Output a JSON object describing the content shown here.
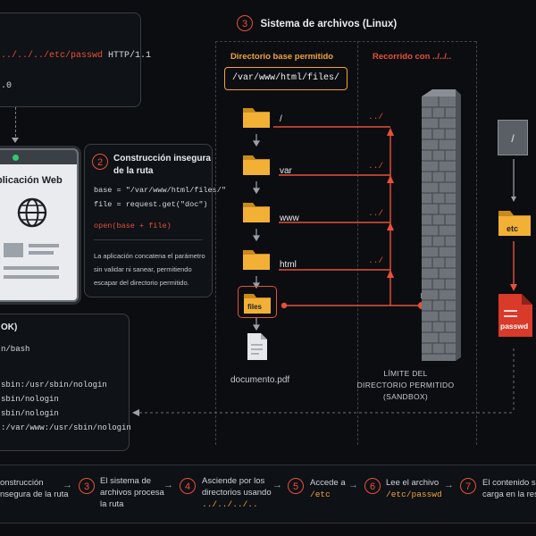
{
  "request_panel": {
    "line1_prefix": "../../../etc/passwd",
    "line1_suffix": "HTTP/1.1",
    "line2": ".0"
  },
  "webapp": {
    "title": "plicación Web"
  },
  "construction": {
    "number": "2",
    "title_line1": "Construcción insegura",
    "title_line2": "de la ruta",
    "code1": "base = \"/var/www/html/files/\"",
    "code2": "file = request.get(\"doc\")",
    "code3": "open(base + file)",
    "desc_line1": "La aplicación concatena el parámetro",
    "desc_line2": "sin validar ni sanear, permitiendo",
    "desc_line3": "escapar del directorio permitido."
  },
  "filesystem": {
    "number": "3",
    "title": "Sistema de archivos (Linux)",
    "allowed_header": "Directorio base permitido",
    "allowed_path": "/var/www/html/files/",
    "traversal_header": "Recorrido con ../../..",
    "folders": [
      "/",
      "var",
      "www",
      "html",
      "files"
    ],
    "up_labels": [
      "../",
      "../",
      "../",
      "../"
    ],
    "document": "documento.pdf",
    "wall_line1": "LÍMITE DEL",
    "wall_line2": "DIRECTORIO PERMITIDO",
    "wall_line3": "(SANDBOX)",
    "target_root": "/",
    "target_etc": "etc",
    "target_file": "passwd"
  },
  "response": {
    "title": "OK)",
    "lines": [
      "n/bash",
      "sbin:/usr/sbin/nologin",
      "sbin/nologin",
      "sbin/nologin",
      ":/var/www:/usr/sbin/nologin"
    ]
  },
  "steps": [
    {
      "num": "",
      "line1": "onstrucción",
      "line2": "nsegura de la ruta",
      "code": ""
    },
    {
      "num": "3",
      "line1": "El sistema de",
      "line2": "archivos procesa",
      "line3": "la ruta",
      "code": ""
    },
    {
      "num": "4",
      "line1": "Asciende por los",
      "line2": "directorios usando",
      "code": "../../../.."
    },
    {
      "num": "5",
      "line1": "Accede a",
      "code": "/etc"
    },
    {
      "num": "6",
      "line1": "Lee el archivo",
      "code": "/etc/passwd"
    },
    {
      "num": "7",
      "line1": "El contenido se",
      "line2": "carga en la respue"
    }
  ],
  "colors": {
    "accent_red": "#e8503a",
    "folder_yellow": "#f2b134",
    "path_orange": "#f2a33a"
  }
}
